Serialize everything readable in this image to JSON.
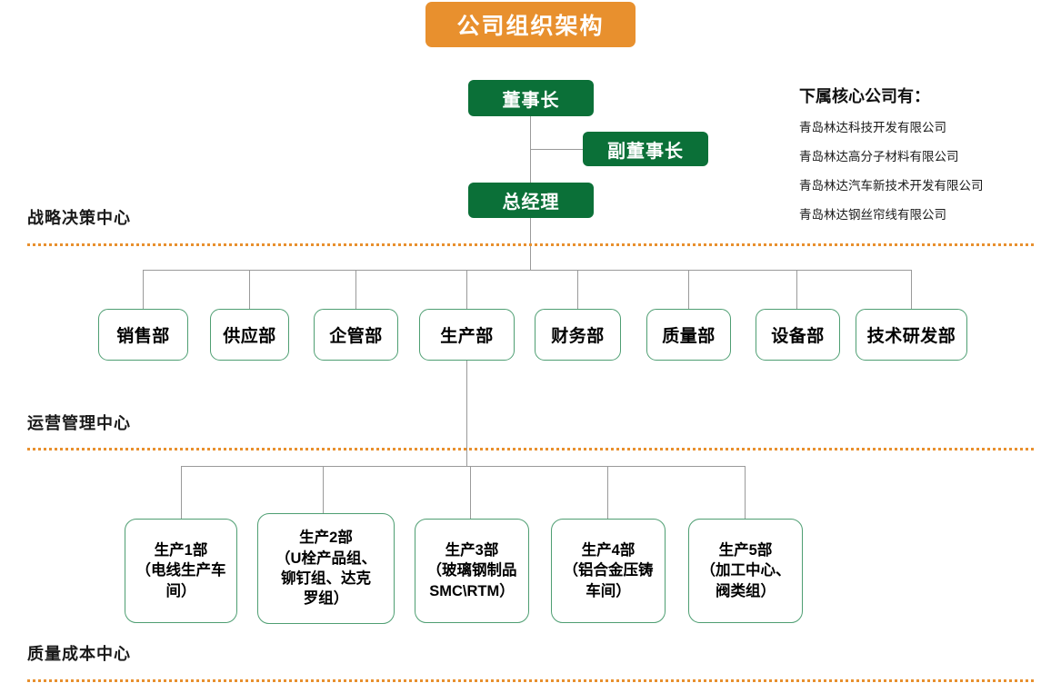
{
  "title": "公司组织架构",
  "colors": {
    "title_badge": "#E8902E",
    "exec_box": "#0B7038",
    "dept_border": "#4E9E72",
    "divider": "#E8902E",
    "connector": "#9A9A9A"
  },
  "executives": [
    {
      "label": "董事长"
    },
    {
      "label": "副董事长"
    },
    {
      "label": "总经理"
    }
  ],
  "subsidiaries": {
    "heading": "下属核心公司有：",
    "items": [
      "青岛林达科技开发有限公司",
      "青岛林达高分子材料有限公司",
      "青岛林达汽车新技术开发有限公司",
      "青岛林达钢丝帘线有限公司"
    ]
  },
  "sections": [
    {
      "label": "战略决策中心"
    },
    {
      "label": "运营管理中心"
    },
    {
      "label": "质量成本中心"
    }
  ],
  "departments": [
    {
      "label": "销售部"
    },
    {
      "label": "供应部"
    },
    {
      "label": "企管部"
    },
    {
      "label": "生产部"
    },
    {
      "label": "财务部"
    },
    {
      "label": "质量部"
    },
    {
      "label": "设备部"
    },
    {
      "label": "技术研发部"
    }
  ],
  "production_units": [
    {
      "line1": "生产1部",
      "line2": "（电线生产车",
      "line3": "间）"
    },
    {
      "line1": "生产2部",
      "line2": "（U栓产品组、",
      "line3": "铆钉组、达克",
      "line4": "罗组）"
    },
    {
      "line1": "生产3部",
      "line2": "（玻璃钢制品",
      "line3": "SMC\\RTM）"
    },
    {
      "line1": "生产4部",
      "line2": "（铝合金压铸",
      "line3": "车间）"
    },
    {
      "line1": "生产5部",
      "line2": "（加工中心、",
      "line3": "阀类组）"
    }
  ]
}
